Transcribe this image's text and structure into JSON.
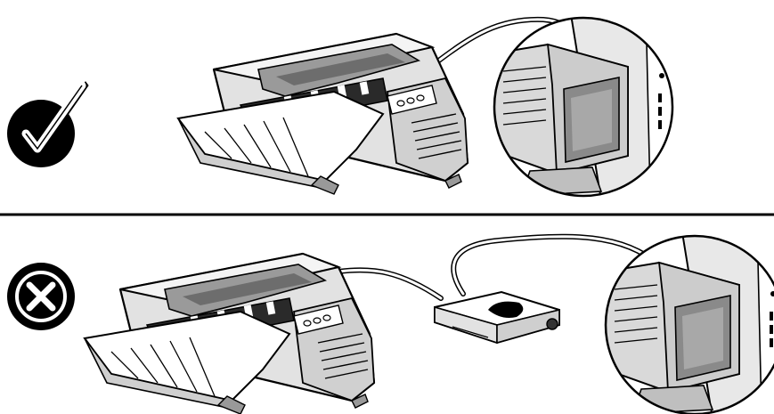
{
  "panels": [
    {
      "id": "correct",
      "status": "correct",
      "status_icon": "checkmark-icon",
      "connection": "direct",
      "devices": [
        "printer",
        "computer"
      ]
    },
    {
      "id": "incorrect",
      "status": "incorrect",
      "status_icon": "x-mark-icon",
      "connection": "via-switch-box",
      "devices": [
        "printer",
        "switch-box",
        "computer"
      ]
    }
  ],
  "colors": {
    "ink": "#000000",
    "paper": "#ffffff",
    "light_gray": "#e6e6e6",
    "mid_gray": "#bdbdbd",
    "dark_gray": "#6e6e6e"
  }
}
